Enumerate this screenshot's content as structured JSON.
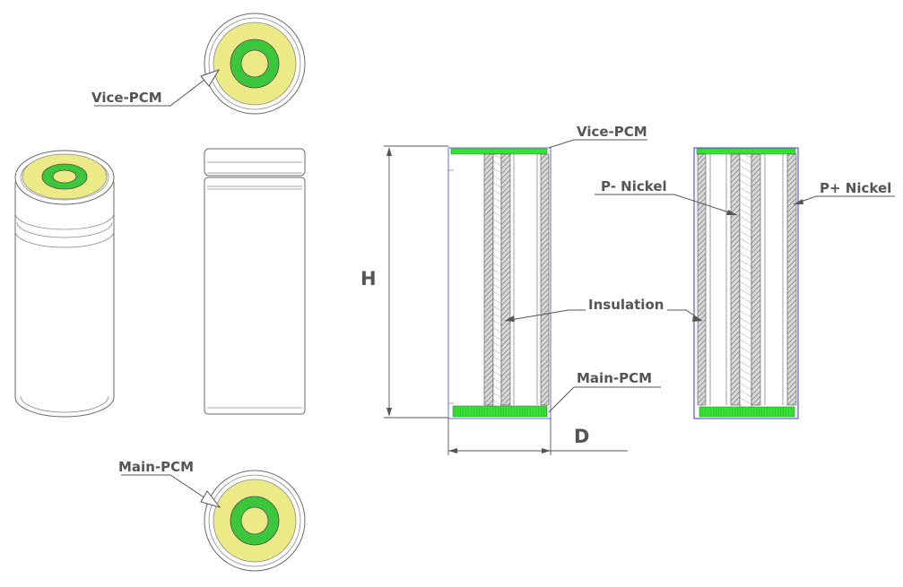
{
  "labels": {
    "vice_pcm_top": "Vice-PCM",
    "main_pcm_bottom": "Main-PCM",
    "vice_pcm_section": "Vice-PCM",
    "p_minus_nickel": "P- Nickel",
    "p_plus_nickel": "P+ Nickel",
    "insulation": "Insulation",
    "main_pcm_section": "Main-PCM",
    "height": "H",
    "diameter": "D"
  },
  "colors": {
    "pcm_yellow": "#ecea86",
    "pcm_green": "#3cc63c",
    "pcm_bar_green": "#38e038",
    "cell_outline_blue": "#3a3ad0",
    "hatch_gray": "#8a8a8a",
    "line_gray": "#6a6a6a"
  }
}
